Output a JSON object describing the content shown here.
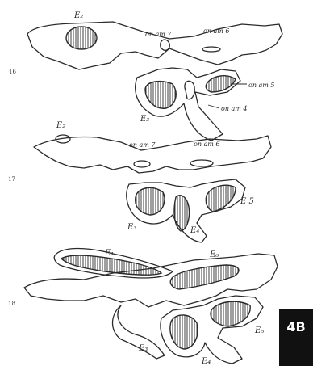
{
  "badge": "4B",
  "figures": [
    {
      "number": "16",
      "labels": {
        "e2": "E₂",
        "on_am_7": "on am 7",
        "on_am_6": "on am 6",
        "on_am_5": "on am 5",
        "on_am_4": "on am 4",
        "e3": "E₃"
      }
    },
    {
      "number": "17",
      "labels": {
        "e2": "E₂",
        "on_am_7": "on am 7",
        "on_am_6": "on am 6",
        "e5": "E 5",
        "e3": "E₃",
        "e4": "E₄"
      }
    },
    {
      "number": "18",
      "labels": {
        "e1": "E₁",
        "e6": "E₆",
        "e5": "E₅",
        "e3": "E₃",
        "e4": "E₄"
      }
    }
  ]
}
